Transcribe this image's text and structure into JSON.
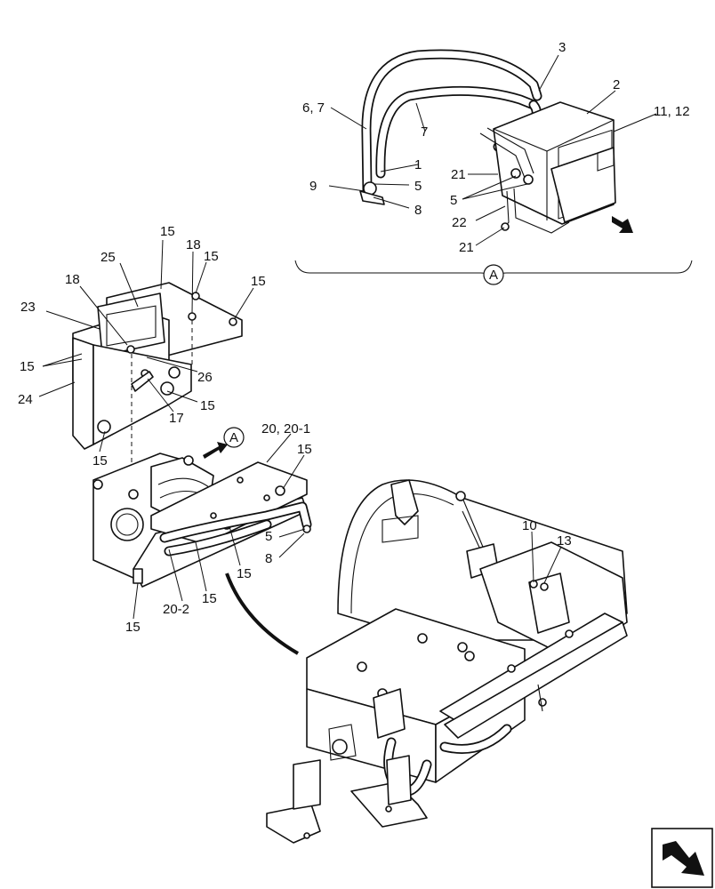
{
  "detail_marker": "A",
  "callouts": {
    "c1": "1",
    "c2": "2",
    "c3": "3",
    "c5a": "5",
    "c5b": "5",
    "c5c": "5",
    "c67": "6, 7",
    "c7": "7",
    "c8a": "8",
    "c8b": "8",
    "c9": "9",
    "c10": "10",
    "c1112": "11, 12",
    "c13": "13",
    "c15a": "15",
    "c15b": "15",
    "c15c": "15",
    "c15d": "15",
    "c15e": "15",
    "c15f": "15",
    "c15g": "15",
    "c15h": "15",
    "c15i": "15",
    "c15j": "15",
    "c17": "17",
    "c18a": "18",
    "c18b": "18",
    "c2001": "20, 20-1",
    "c202": "20-2",
    "c21a": "21",
    "c21b": "21",
    "c22": "22",
    "c23": "23",
    "c24": "24",
    "c25": "25",
    "c26": "26"
  },
  "icons": {
    "nav": "navigation-arrow-icon",
    "direction": "direction-arrow-icon"
  }
}
